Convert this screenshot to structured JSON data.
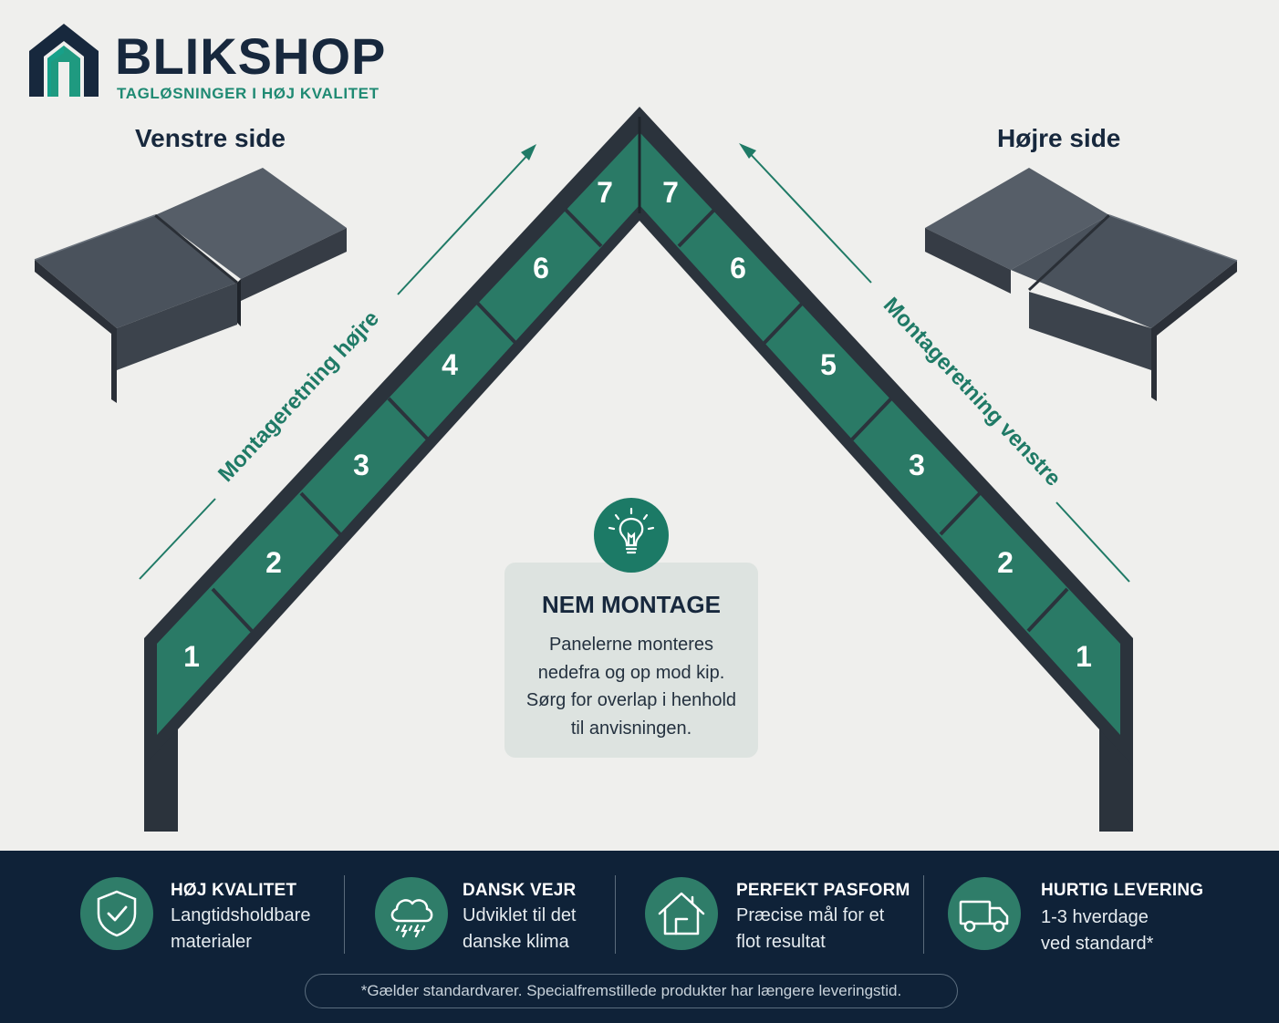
{
  "brand": {
    "name": "BLIKSHOP",
    "tagline": "TAGLØSNINGER I HØJ KVALITET"
  },
  "left_side": {
    "title": "Venstre side",
    "direction_label": "Montageretning højre",
    "panel_numbers": [
      "1",
      "2",
      "3",
      "4",
      "6",
      "7"
    ]
  },
  "right_side": {
    "title": "Højre side",
    "direction_label": "Montageretning venstre",
    "panel_numbers": [
      "1",
      "2",
      "3",
      "5",
      "6",
      "7"
    ]
  },
  "tip": {
    "icon": "lightbulb-icon",
    "title": "NEM MONTAGE",
    "lines": [
      "Panelerne monteres",
      "nedefra og op mod kip.",
      "Sørg for overlap i henhold",
      "til anvisningen."
    ]
  },
  "features": [
    {
      "icon": "shield-check-icon",
      "title": "HØJ KVALITET",
      "lines": [
        "Langtidsholdbare",
        "materialer"
      ]
    },
    {
      "icon": "storm-cloud-icon",
      "title": "DANSK VEJR",
      "lines": [
        "Udviklet til det",
        "danske klima"
      ]
    },
    {
      "icon": "house-icon",
      "title": "PERFEKT PASFORM",
      "lines": [
        "Præcise mål for et",
        "flot resultat"
      ]
    },
    {
      "icon": "truck-icon",
      "title": "HURTIG LEVERING",
      "lines": [
        "1-3 hverdage",
        "ved standard*"
      ]
    }
  ],
  "footnote": "*Gælder standardvarer. Specialfremstillede produkter har længere leveringstid.",
  "colors": {
    "navy": "#0f2238",
    "teal": "#1f8a73",
    "panel_green": "#2a7a66",
    "frame_dark": "#2b333c",
    "background": "#efefed"
  }
}
